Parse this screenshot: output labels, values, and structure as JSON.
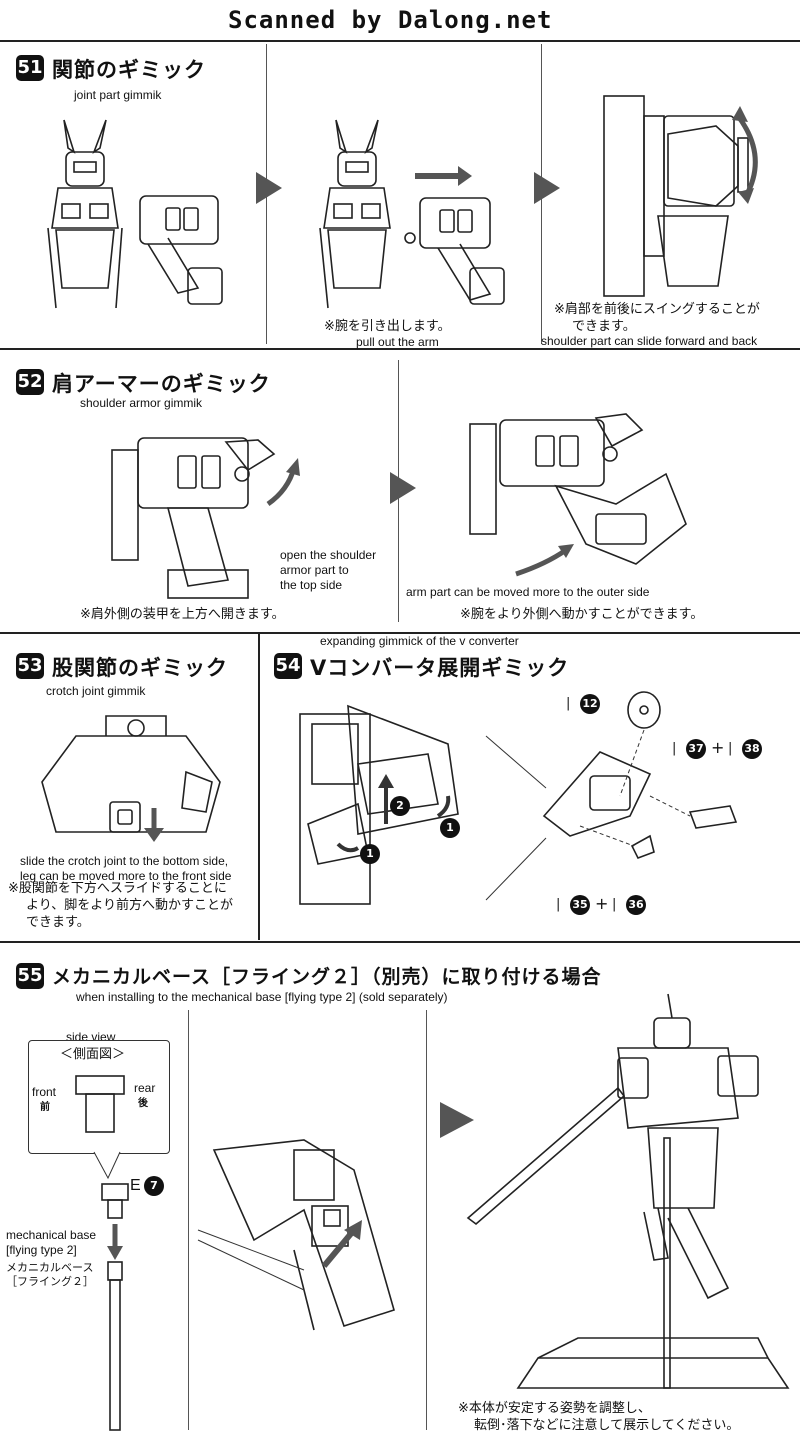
{
  "header": {
    "title": "Scanned by Dalong.net"
  },
  "steps": [
    {
      "number": "51",
      "title_jp": "関節のギミック",
      "title_en": "joint part gimmik",
      "note1_jp": "※腕を引き出します。",
      "note1_en": "pull out the arm",
      "note2_jp_line1": "※肩部を前後にスイングすることが",
      "note2_jp_line2": "できます。",
      "note2_en": "shoulder part can slide forward and back"
    },
    {
      "number": "52",
      "title_jp": "肩アーマーのギミック",
      "title_en": "shoulder armor gimmik",
      "note1_en_line1": "open the shoulder",
      "note1_en_line2": "armor part to",
      "note1_en_line3": "the top side",
      "note1_jp": "※肩外側の装甲を上方へ開きます。",
      "note2_en": "arm part can be moved more to the outer side",
      "note2_jp": "※腕をより外側へ動かすことができます。"
    },
    {
      "number": "53",
      "title_jp": "股関節のギミック",
      "title_en": "crotch joint gimmik",
      "note_en_line1": "slide the crotch joint to the bottom side,",
      "note_en_line2": "leg can be moved more to the front side",
      "note_jp_line1": "※股関節を下方へスライドすることに",
      "note_jp_line2": "より、脚をより前方へ動かすことが",
      "note_jp_line3": "できます。"
    },
    {
      "number": "54",
      "title_jp": "Vコンバータ展開ギミック",
      "title_en": "expanding gimmick of the v converter",
      "parts": {
        "p12": "12",
        "p37": "37",
        "p38": "38",
        "p35": "35",
        "p36": "36",
        "plus": "+",
        "bar": "|"
      },
      "callouts": {
        "c1": "1",
        "c2": "2"
      }
    },
    {
      "number": "55",
      "title_jp": "メカニカルベース［フライング２］（別売）に取り付ける場合",
      "title_en": "when installing to the mechanical base [flying type 2] (sold separately)",
      "side_view_en": "side view",
      "side_view_jp": "＜側面図＞",
      "front_en": "front",
      "front_jp": "前",
      "rear_en": "rear",
      "rear_jp": "後",
      "part_label": "E",
      "part_num": "7",
      "base_en_line1": "mechanical base",
      "base_en_line2": "[flying type 2]",
      "base_jp_line1": "メカニカルベース",
      "base_jp_line2": "［フライング２］",
      "final_note_line1": "※本体が安定する姿勢を調整し、",
      "final_note_line2": "転倒･落下などに注意して展示してください。"
    }
  ]
}
